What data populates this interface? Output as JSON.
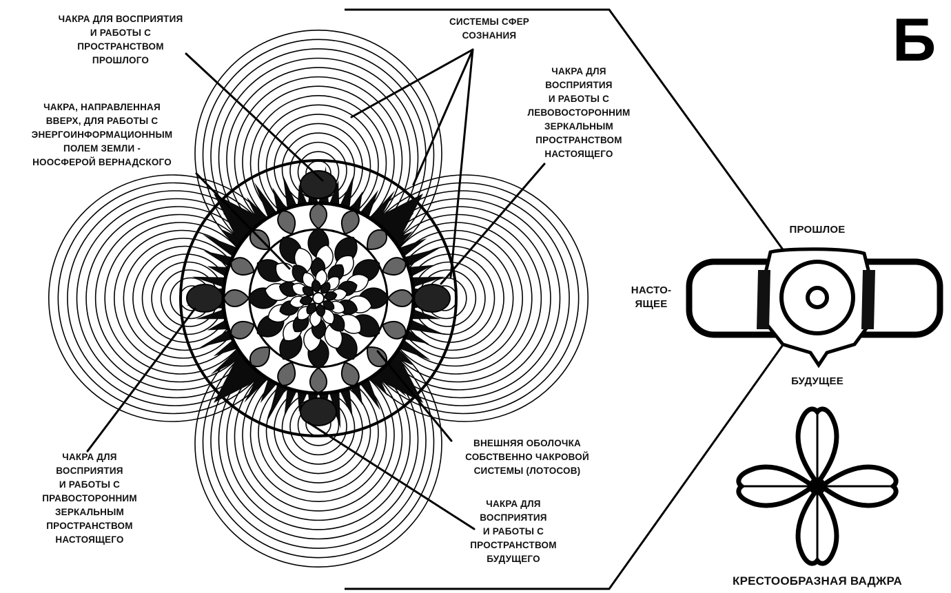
{
  "panel_letter": "Б",
  "labels": {
    "past_chakra": [
      "ЧАКРА ДЛЯ ВОСПРИЯТИЯ",
      "И РАБОТЫ С",
      "ПРОСТРАНСТВОМ",
      "ПРОШЛОГО"
    ],
    "upward_chakra": [
      "ЧАКРА, НАПРАВЛЕННАЯ",
      "ВВЕРХ, ДЛЯ РАБОТЫ С",
      "ЭНЕРГОИНФОРМАЦИОННЫМ",
      "ПОЛЕМ ЗЕМЛИ -",
      "НООСФЕРОЙ ВЕРНАДСКОГО"
    ],
    "consciousness_spheres": [
      "СИСТЕМЫ СФЕР",
      "СОЗНАНИЯ"
    ],
    "left_mirror_chakra": [
      "ЧАКРА ДЛЯ",
      "ВОСПРИЯТИЯ",
      "И РАБОТЫ С",
      "ЛЕВОВОСТОРОННИМ",
      "ЗЕРКАЛЬНЫМ",
      "ПРОСТРАНСТВОМ",
      "НАСТОЯЩЕГО"
    ],
    "right_mirror_chakra": [
      "ЧАКРА ДЛЯ",
      "ВОСПРИЯТИЯ",
      "И РАБОТЫ С",
      "ПРАВОСТОРОННИМ",
      "ЗЕРКАЛЬНЫМ",
      "ПРОСТРАНСТВОМ",
      "НАСТОЯЩЕГО"
    ],
    "outer_shell": [
      "ВНЕШНЯЯ ОБОЛОЧКА",
      "СОБСТВЕННО ЧАКРОВОЙ",
      "СИСТЕМЫ (ЛОТОСОВ)"
    ],
    "future_chakra": [
      "ЧАКРА ДЛЯ",
      "ВОСПРИЯТИЯ",
      "И РАБОТЫ С",
      "ПРОСТРАНСТВОМ",
      "БУДУЩЕГО"
    ],
    "past": [
      "ПРОШЛОЕ"
    ],
    "present": [
      "НАСТО-",
      "ЯЩЕЕ"
    ],
    "future": [
      "БУДУЩЕЕ"
    ],
    "vajra": [
      "КРЕСТООБРАЗНАЯ ВАДЖРА"
    ]
  },
  "colors": {
    "ink": "#000000",
    "paper": "#ffffff"
  }
}
